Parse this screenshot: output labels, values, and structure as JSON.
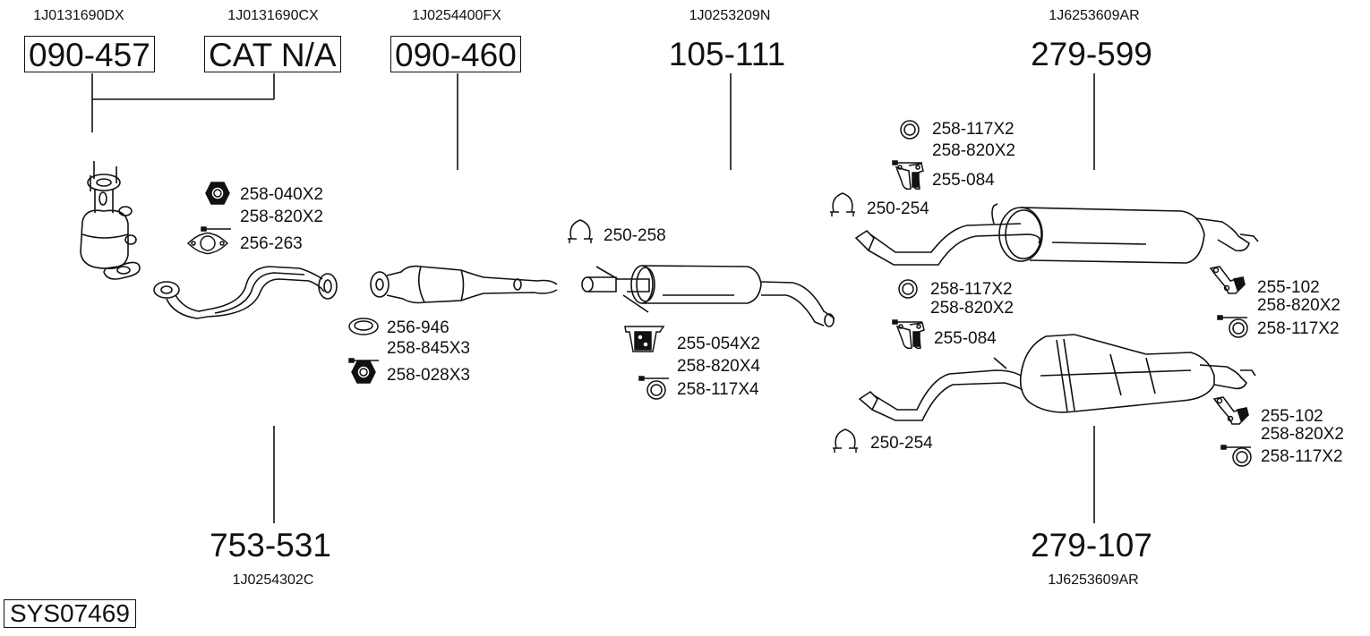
{
  "diagram": {
    "system_code": "SYS07469",
    "parts": {
      "p1": {
        "oe": "1J0131690DX",
        "number": "090-457"
      },
      "p2": {
        "oe": "1J0131690CX",
        "number": "CAT N/A"
      },
      "p3": {
        "oe": "1J0254400FX",
        "number": "090-460"
      },
      "p4": {
        "oe": "1J0253209N",
        "number": "105-111"
      },
      "p5": {
        "oe": "1J6253609AR",
        "number": "279-599"
      },
      "p6": {
        "oe": "1J0254302C",
        "number": "753-531"
      },
      "p7": {
        "oe": "1J6253609AR",
        "number": "279-107"
      }
    },
    "accessories": {
      "front_pipe": [
        {
          "icon": "nut-icon",
          "label": "258-040X2"
        },
        {
          "icon": "bolt-icon",
          "label": "258-820X2"
        },
        {
          "icon": "gasket-icon",
          "label": "256-263"
        }
      ],
      "cat_joint": [
        {
          "icon": "ring-gasket-icon",
          "label": "256-946"
        },
        {
          "icon": "bolt-icon",
          "label": "258-845X3"
        },
        {
          "icon": "nut-icon",
          "label": "258-028X3"
        }
      ],
      "middle_clamp": [
        {
          "icon": "clamp-icon",
          "label": "250-258"
        }
      ],
      "middle_mount": [
        {
          "icon": "rubber-mount-icon",
          "label": "255-054X2"
        },
        {
          "icon": "bolt-icon",
          "label": "258-820X4"
        },
        {
          "icon": "washer-icon",
          "label": "258-117X4"
        }
      ],
      "rear_upper_top": [
        {
          "icon": "washer-icon",
          "label": "258-117X2"
        },
        {
          "icon": "bolt-icon",
          "label": "258-820X2"
        },
        {
          "icon": "hanger-icon",
          "label": "255-084"
        }
      ],
      "rear_upper_clamp": [
        {
          "icon": "clamp-icon",
          "label": "250-254"
        }
      ],
      "rear_upper_right": [
        {
          "icon": "bracket-icon",
          "label": "255-102"
        },
        {
          "icon": "bolt-icon",
          "label": "258-820X2"
        },
        {
          "icon": "washer-icon",
          "label": "258-117X2"
        }
      ],
      "rear_lower_top": [
        {
          "icon": "washer-icon",
          "label": "258-117X2"
        },
        {
          "icon": "bolt-icon",
          "label": "258-820X2"
        },
        {
          "icon": "hanger-icon",
          "label": "255-084"
        }
      ],
      "rear_lower_clamp": [
        {
          "icon": "clamp-icon",
          "label": "250-254"
        }
      ],
      "rear_lower_right": [
        {
          "icon": "bracket-icon",
          "label": "255-102"
        },
        {
          "icon": "bolt-icon",
          "label": "258-820X2"
        },
        {
          "icon": "washer-icon",
          "label": "258-117X2"
        }
      ]
    }
  }
}
